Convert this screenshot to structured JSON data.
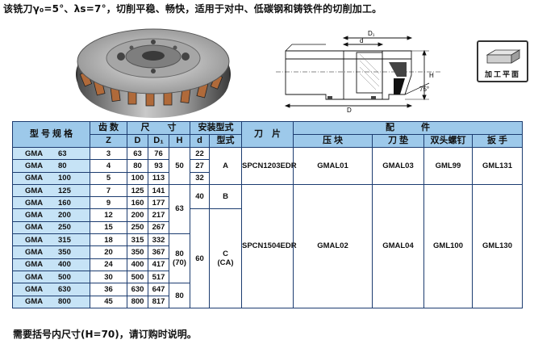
{
  "intro_text": "该铣刀γ₀=5°、λs=7°，切削平稳、畅快，适用于对中、低碳钢和铸铁件的切削加工。",
  "badge_label": "加工平面",
  "drawing_labels": {
    "d1": "D₁",
    "d": "d",
    "d_big": "D",
    "h": "H",
    "angle": "75°"
  },
  "colors": {
    "header_bg": "#9dc9ea",
    "model_bg": "#c6e3f6",
    "border": "#1c3c70",
    "insert_copper": "#b06a3a"
  },
  "table": {
    "headers": {
      "model": "型 号 规 格",
      "teeth": "齿 数",
      "teeth_sub": "Z",
      "size": "尺　　寸",
      "d_upper": "D",
      "d1_upper": "D₁",
      "h": "H",
      "mount": "安装型式",
      "d_lower": "d",
      "mount_type": "型式",
      "blade": "刀　片",
      "parts": "配　　　件",
      "clamp": "压 块",
      "shim": "刀 垫",
      "screw": "双头螺钉",
      "wrench": "扳 手"
    },
    "rows": [
      {
        "prefix": "GMA",
        "num": "63",
        "z": "3",
        "D": "63",
        "D1": "76"
      },
      {
        "prefix": "GMA",
        "num": "80",
        "z": "4",
        "D": "80",
        "D1": "93"
      },
      {
        "prefix": "GMA",
        "num": "100",
        "z": "5",
        "D": "100",
        "D1": "113"
      },
      {
        "prefix": "GMA",
        "num": "125",
        "z": "7",
        "D": "125",
        "D1": "141"
      },
      {
        "prefix": "GMA",
        "num": "160",
        "z": "9",
        "D": "160",
        "D1": "177"
      },
      {
        "prefix": "GMA",
        "num": "200",
        "z": "12",
        "D": "200",
        "D1": "217"
      },
      {
        "prefix": "GMA",
        "num": "250",
        "z": "15",
        "D": "250",
        "D1": "267"
      },
      {
        "prefix": "GMA",
        "num": "315",
        "z": "18",
        "D": "315",
        "D1": "332"
      },
      {
        "prefix": "GMA",
        "num": "350",
        "z": "20",
        "D": "350",
        "D1": "367"
      },
      {
        "prefix": "GMA",
        "num": "400",
        "z": "24",
        "D": "400",
        "D1": "417"
      },
      {
        "prefix": "GMA",
        "num": "500",
        "z": "30",
        "D": "500",
        "D1": "517"
      },
      {
        "prefix": "GMA",
        "num": "630",
        "z": "36",
        "D": "630",
        "D1": "647"
      },
      {
        "prefix": "GMA",
        "num": "800",
        "z": "45",
        "D": "800",
        "D1": "817"
      }
    ],
    "merged": {
      "h_50": "50",
      "h_63": "63",
      "h_80_line1": "80",
      "h_80_line2": "(70)",
      "h_80b": "80",
      "d_22": "22",
      "d_27": "27",
      "d_32": "32",
      "d_40": "40",
      "d_60": "60",
      "type_a": "A",
      "type_b": "B",
      "type_c_line1": "C",
      "type_c_line2": "(CA)",
      "blade_1": "SPCN1203EDR",
      "blade_2": "SPCN1504EDR",
      "clamp_1": "GMAL01",
      "clamp_2": "GMAL02",
      "shim_1": "GMAL03",
      "shim_2": "GMAL04",
      "screw_1": "GML99",
      "screw_2": "GML100",
      "wrench_1": "GML131",
      "wrench_2": "GML130"
    }
  },
  "footnote": "需要括号内尺寸(H=70)，请订购时说明。"
}
